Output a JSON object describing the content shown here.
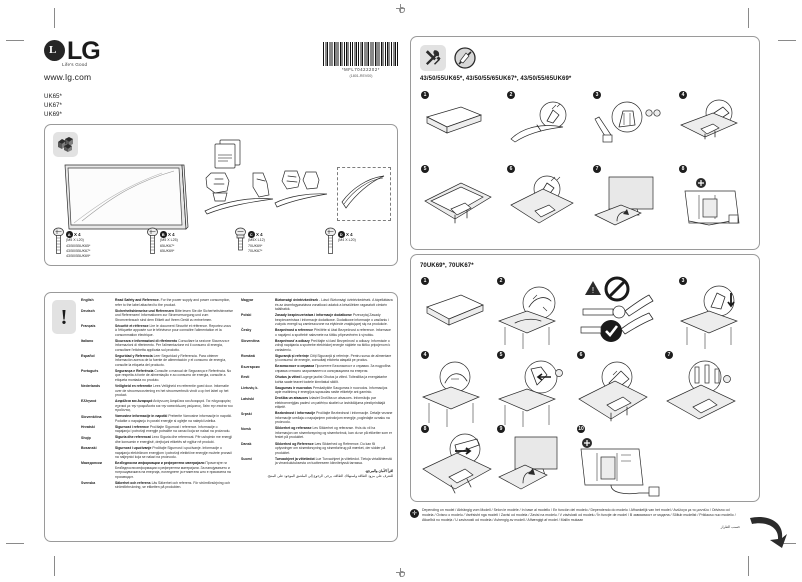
{
  "brand": {
    "logo_letters": "LG",
    "logo_mark": "L",
    "tagline": "Life's Good",
    "url": "www.lg.com"
  },
  "model_list": [
    "UK65*",
    "UK67*",
    "UK69*"
  ],
  "barcode": {
    "number": "*MFL70422202*",
    "caption": "(1801-REV00)"
  },
  "accessories": {
    "icon_name": "accessories-icon",
    "parts": [
      {
        "name": "tv-unit",
        "label": ""
      },
      {
        "name": "manuals",
        "label": ""
      },
      {
        "name": "stand-body-a",
        "label": "43/50/55UK65*\n43/50/55/65UK67*\n43/50/55/65UK69*"
      },
      {
        "name": "stand-body-b",
        "label": "70UK69*\n70UK67*"
      },
      {
        "name": "stand-base-curved",
        "label": ""
      }
    ],
    "screws": [
      {
        "id": "A",
        "count": "X 4",
        "spec": "(M5 X L20)",
        "models": "43/50/55UK65*\n43/50/55UK67*\n43/50/55UK69*"
      },
      {
        "id": "B",
        "count": "X 4",
        "spec": "(M5 X L25)",
        "models": "65UK67*\n65UK69*"
      },
      {
        "id": "C",
        "count": "X 4",
        "spec": "(M5X L12)",
        "models": "70UK69*\n70UK67*"
      },
      {
        "id": "D",
        "count": "X 4",
        "spec": "(M4 X L20)",
        "models": ""
      }
    ]
  },
  "safety": {
    "icon_name": "warning-exclamation-icon",
    "column_left": [
      {
        "lang": "English",
        "title": "Read Safety and Reference.",
        "body": "For the power supply and power consumption, refer to the label attached to the product."
      },
      {
        "lang": "Deutsch",
        "title": "Sicherheitshinweise und Referenzen",
        "body": "Bitte lesen Sie die Sicherheitshinweise und Referenzen! Informationen zur Stromversorgung und zum Stromverbrauch sind dem Etikett auf Ihrem Gerät zu entnehmen."
      },
      {
        "lang": "Français",
        "title": "Sécurité et référence",
        "body": "Lire le document Sécurité et référence. Reportez-vous à l'étiquette apposée sur le téléviseur pour connaître l'alimentation et la consommation électrique."
      },
      {
        "lang": "Italiano",
        "title": "Sicurezza e informazioni di riferimento",
        "body": "Consultare la sezione Sicurezza e informazioni di riferimento. Per l'alimentazione ed il consumo di energia, consultare l'etichetta applicata sul prodotto."
      },
      {
        "lang": "Español",
        "title": "Seguridad y Referencia",
        "body": "Leer Seguridad y Referencia. Para obtener información acerca de la fuente de alimentación y el consumo de energía, consulte la etiqueta del producto."
      },
      {
        "lang": "Português",
        "title": "Segurança e Referência",
        "body": "Consulte o manual de Segurança e Referência. No que respeita à fonte de alimentação e ao consumo de energia, consulte a etiqueta montada no produto."
      },
      {
        "lang": "Nederlands",
        "title": "Veiligheid en referentie",
        "body": "Lees Veiligheid en referentie goed door. Informatie over de stroomvoorziening en het stroomverbruik vindt u op het label op het product."
      },
      {
        "lang": "Ελληνικά",
        "title": "Ασφάλεια και Αναφορά",
        "body": "Ανάγνωση Ασφάλεια και Αναφορά. Για πληροφορίες σχετικά με την τροφοδοσία και την κατανάλωση ρεύματος, δείτε την ετικέτα του προϊόντος."
      },
      {
        "lang": "Slovenščina",
        "title": "Varnostne informacije in napotki",
        "body": "Preberite Varnostne informacije in napotki. Podatke o napajanju in porabi energije si oglejte na nalepki izdelka."
      },
      {
        "lang": "Hrvatski",
        "title": "Sigurnost i reference",
        "body": "Pročitajte Sigurnost i reference. Informacije o napajanju i potrošnji energije potražite na oznaci koja se nalazi na proizvodu."
      },
      {
        "lang": "Shqip",
        "title": "Siguria dhe referencat",
        "body": "Lexo Siguria dhe referencat. Për ushqimin me energji dhe konsumin e energjisë, drejtojuni etiketës së ngjitur në produkt."
      },
      {
        "lang": "Bosanski",
        "title": "Sigurnost i upućivanje",
        "body": "Pročitajte Sigurnost i upućivanje. Informacije o napajanju električnom energijom i potrošnji električne energije možete pronaći na naljepnici koja se nalazi na proizvodu."
      },
      {
        "lang": "Македонски",
        "title": "Безбедносни информации и референтни материјали",
        "body": "Прочитајте ги Безбедносни информации и референтни материјали. За напојувањето и потрошувачката на енергија, погледнете ја етикетата што е прикачена на производот."
      },
      {
        "lang": "Svenska",
        "title": "Säkerhet och referens",
        "body": "Läs Säkerhet och referens. För strömförsörjning och strömförbrukning, se etiketten på produkten."
      }
    ],
    "column_right": [
      {
        "lang": "Magyar",
        "title": "Biztonsági óvintézkedések",
        "body": "- Lásd: Biztonsági óvintézkedések. A tápellátásra és az áramfogyasztásra vonatkozó adatok a készüléken ragasztott címkén találhatók."
      },
      {
        "lang": "Polski",
        "title": "Zasady bezpieczeństwa i informacje dodatkowe",
        "body": "Przeczytaj Zasady bezpieczeństwa i informacje dodatkowe. Dodatkowe informacje o zasilaniu i zużyciu energii są zamieszczone na etykiecie znajdującej się na produkcie."
      },
      {
        "lang": "Česky",
        "title": "Bezpečnost a reference",
        "body": "Přečtěte si část Bezpečnost a reference. Informace o napájení a spotřebě naleznete na štítku připevněném k výrobku."
      },
      {
        "lang": "Slovenčina",
        "title": "Bezpečnosť a odkazy",
        "body": "Prečítajte si časť Bezpečnosť a odkazy. Informácie o zdroji napájania a spotrebe elektrickej energie nájdete na štítku pripojenom k zariadeniu."
      },
      {
        "lang": "Română",
        "title": "Siguranţă şi referinţe",
        "body": "Citiţi Siguranţă şi referinţe. Pentru sursa de alimentare şi consumul de energie, consultaţi eticheta ataşată pe produs."
      },
      {
        "lang": "Български",
        "title": "Безопасност и справки",
        "body": "Прочетете Безопасност и справки. За подробна справка относно захранването и консумацията на енергия."
      },
      {
        "lang": "Eesti",
        "title": "Ohutus ja viited",
        "body": "Lugege jaotist Ohutus ja viited. Toiteallika ja energiatarbe kohta saate teavet tootele kinnitatud sildilt."
      },
      {
        "lang": "Lietuvių k.",
        "title": "Saugumas ir nuorodos",
        "body": "Perskaitykite Saugumas ir nuorodos. Informacijos apie maitinimą ir energijos sąnaudas rasite etiketėje ant gaminio."
      },
      {
        "lang": "Latviski",
        "title": "Drošība un atsauces",
        "body": "Izlasiet Drošība un atsauces. Informāciju par elektroenerģijas padevi un patēriņu skatiet uz izstrādājuma piestiprinātajā etiķetē."
      },
      {
        "lang": "Srpski",
        "title": "Bezbednost i informacije",
        "body": "Pročitajte Bezbednost i informacije. Detalje vezane informacije uređaja o napajanjem potrošnjom energije, pogledajte oznaku na proizvodu."
      },
      {
        "lang": "Norsk",
        "title": "Sikkerhet og referanse",
        "body": "Les Sikkerhet og referanse. Hvis du vil ha informasjon om strømforsyning og strømforbruk, kan du se på etiketter som er festet på produktet."
      },
      {
        "lang": "Dansk",
        "title": "Sikkerhed og Reference",
        "body": "Læs Sikkerhed og Reference. Du kan få oplysninger om strømforsyning og strømforbrug på mærket, der sidder på produktet."
      },
      {
        "lang": "Suomi",
        "title": "Turvaohjeet ja viitetiedot",
        "body": "Lue Turvaohjeet ja viitetiedot. Tietoja virtalähteestä ja virrankulutuksesta on tuotteeseen kiinnitetyssä tarrassa."
      }
    ],
    "arabic_title": "اقرأ الأمان والمرجع.",
    "arabic_body": "للتعرف على مزود الطاقة واستهلاك الطاقة، يرجى الرجوع إلى الملصق الموجود على المنتج."
  },
  "install_sections": [
    {
      "id": "section-1",
      "title": "43/50/55UK65*, 43/50/55/65UK67*, 43/50/55/65UK69*",
      "icons": [
        "tools-icon",
        "no-cutter-icon"
      ],
      "steps": [
        {
          "num": "1",
          "art": "cushion"
        },
        {
          "num": "2",
          "art": "base-screw-zoom"
        },
        {
          "num": "3",
          "art": "stand-screw-zoom"
        },
        {
          "num": "4",
          "art": "tv-stand-attach"
        },
        {
          "num": "5",
          "art": "tv-face-down"
        },
        {
          "num": "6",
          "art": "tighten-screws"
        },
        {
          "num": "7",
          "art": "lift-tv"
        },
        {
          "num": "8",
          "art": "cable-management"
        }
      ]
    },
    {
      "id": "section-2",
      "title": "70UK69*, 70UK67*",
      "icons": [],
      "steps": [
        {
          "num": "1",
          "art": "cushion"
        },
        {
          "num": "2",
          "art": "table-base-zoom"
        },
        {
          "num": "3",
          "art": "table-insert-down"
        },
        {
          "num": "4",
          "art": "table-base-view"
        },
        {
          "num": "5",
          "art": "table-slide-zoom"
        },
        {
          "num": "6",
          "art": "tv-face-down-stand"
        },
        {
          "num": "7",
          "art": "screws-insert"
        },
        {
          "num": "8",
          "art": "cover-slide"
        },
        {
          "num": "9",
          "art": "lift-tv"
        },
        {
          "num": "10",
          "art": "cable-route"
        }
      ],
      "warning_icons": [
        "warning-triangle-icon",
        "prohibited-icon",
        "check-ok-icon"
      ]
    }
  ],
  "footnote": {
    "badge": "✛",
    "text": "Depending on model / Abhängig vom Modell / Selon le modèle / In base al modello / En función del modelo / Dependendo do modelo / Afhankelijk van het model / Ανάλογα με το μοντέλο / Odvisno od modela / Ovisno o modelu / Varësisht nga modeli / Zavisi od modela / Zavisi na modelu / V závislosti od modelu / În funcţie de model / В зависимост от модела / Sõltub mudelist / Priklauso nuo modelio / Atkarībā no modeļa / U zavisnosti od modela / Avhengig av modell / Afhængigt af model / Mallin mukaan",
    "arabic": "حسب الطراز"
  },
  "colors": {
    "ink": "#1a1a1a",
    "line": "#2b2b2b",
    "panel_border": "#9a9a9a",
    "icon_bg": "#e2e2e2",
    "reg_mark": "#8a8a8a"
  }
}
